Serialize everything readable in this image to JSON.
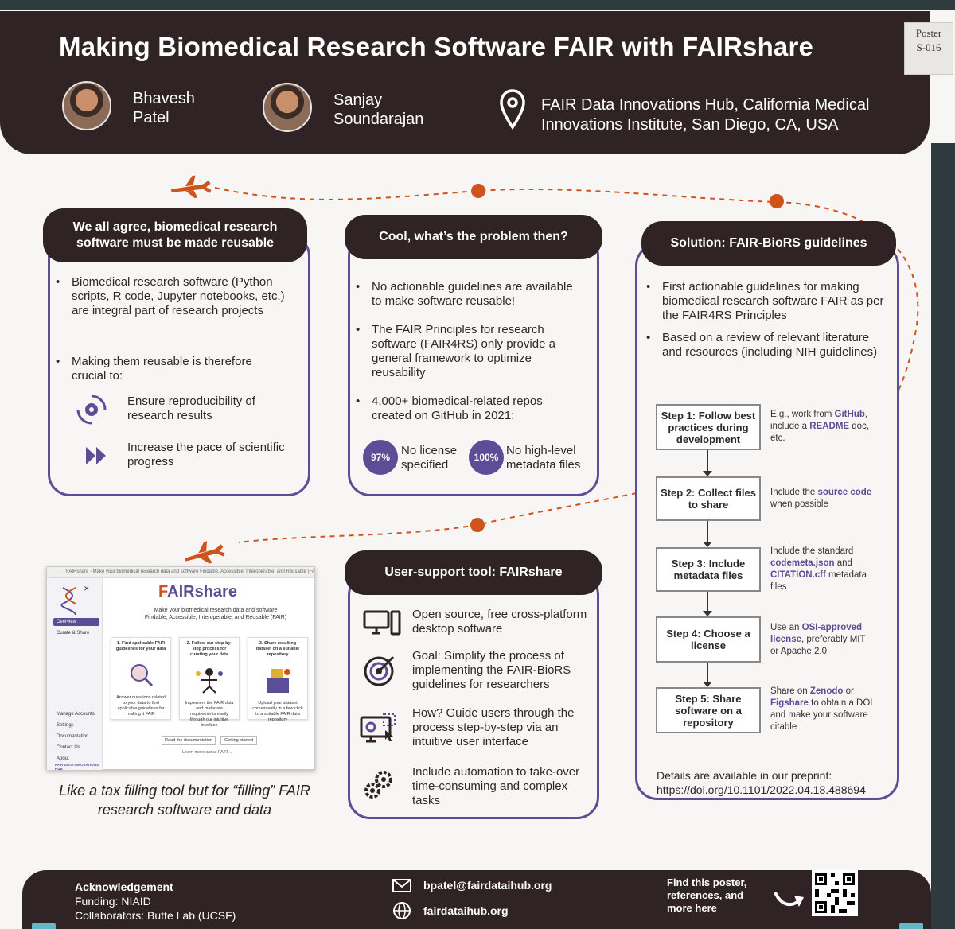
{
  "header": {
    "title": "Making Biomedical Research Software FAIR with FAIRshare",
    "poster_number_line1": "Poster",
    "poster_number_line2": "S-016",
    "authors": [
      {
        "first": "Bhavesh",
        "last": "Patel"
      },
      {
        "first": "Sanjay",
        "last": "Soundarajan"
      }
    ],
    "affiliation_line1": "FAIR Data Innovations Hub, California Medical",
    "affiliation_line2": "Innovations Institute, San Diego, CA, USA"
  },
  "section1": {
    "heading": "We all agree, biomedical research software must be made reusable",
    "bullet1": "Biomedical research software (Python scripts, R code, Jupyter notebooks, etc.) are integral part of research projects",
    "bullet2": "Making them reusable is therefore crucial to:",
    "item1": "Ensure reproducibility of research results",
    "item2": "Increase the pace of scientific progress"
  },
  "section2": {
    "heading": "Cool, what’s the problem then?",
    "bullet1": "No actionable guidelines are available to make software reusable!",
    "bullet2": "The FAIR Principles for research software (FAIR4RS) only provide a general framework to optimize reusability",
    "bullet3": "4,000+ biomedical-related repos created on GitHub in 2021:",
    "stat1_value": "97%",
    "stat1_label": "No license specified",
    "stat2_value": "100%",
    "stat2_label": "No high-level metadata files"
  },
  "section3": {
    "heading": "Solution: FAIR-BioRS guidelines",
    "bullet1": "First actionable guidelines for making biomedical research software FAIR as per the FAIR4RS Principles",
    "bullet2": "Based on a review of relevant literature and resources (including NIH guidelines)",
    "steps": [
      {
        "label": "Step 1: Follow best practices during development",
        "note_a": "E.g., work from ",
        "note_h1": "GitHub",
        "note_b": ", include a ",
        "note_h2": "README",
        "note_c": " doc, etc."
      },
      {
        "label": "Step 2: Collect files to share",
        "note_a": "Include the ",
        "note_h1": "source code",
        "note_b": " when possible",
        "note_h2": "",
        "note_c": ""
      },
      {
        "label": "Step 3: Include metadata files",
        "note_a": "Include the standard ",
        "note_h1": "codemeta.json",
        "note_b": " and ",
        "note_h2": "CITATION.cff",
        "note_c": " metadata files"
      },
      {
        "label": "Step 4: Choose a license",
        "note_a": "Use an ",
        "note_h1": "OSI-approved license",
        "note_b": ", preferably MIT or Apache 2.0",
        "note_h2": "",
        "note_c": ""
      },
      {
        "label": "Step 5: Share software on a repository",
        "note_a": "Share on ",
        "note_h1": "Zenodo",
        "note_b": " or ",
        "note_h2": "Figshare",
        "note_c": " to obtain a DOI and make your software citable"
      }
    ],
    "details_label": "Details are available in our preprint:",
    "details_link": "https://doi.org/10.1101/2022.04.18.488694"
  },
  "section4": {
    "heading": "User-support tool: FAIRshare",
    "item1": "Open source, free cross-platform desktop software",
    "item2": "Goal: Simplify the process of implementing the FAIR-BioRS guidelines for researchers",
    "item3": "How? Guide users through the process step-by-step via an intuitive user interface",
    "item4": "Include automation to take-over time-consuming and complex tasks"
  },
  "screenshot": {
    "window_title": "FAIRshare - Make your biomedical research data and software Findable, Accessible, Interoperable, and Reusable (FAIR)",
    "logo_f": "F",
    "logo_rest": "AIRshare",
    "subtitle1": "Make your biomedical research data and software",
    "subtitle2": "Findable, Accessible, Interoperable, and Reusable (FAIR)",
    "nav": [
      "Overview",
      "Curate & Share",
      "Manage Accounts",
      "Settings",
      "Documentation",
      "Contact Us",
      "About"
    ],
    "sidebar_brand": "FAIR DATA INNOVATIONS HUB",
    "cards": [
      {
        "title": "1. Find applicable FAIR guidelines for your data",
        "desc": "Answer questions related to your data to find applicable guidelines for making it FAIR"
      },
      {
        "title": "2. Follow our step-by-step process for curating your data",
        "desc": "Implement the FAIR data and metadata requirements easily through our intuitive interface"
      },
      {
        "title": "3. Share resulting dataset on a suitable repository",
        "desc": "Upload your dataset conveniently in a few click to a suitable FAIR data repository"
      }
    ],
    "btn_docs": "Read the documentation",
    "btn_start": "Getting started",
    "learn_more": "Learn more about FAIR →"
  },
  "caption": "Like a tax filling tool but for “filling” FAIR research software and data",
  "footer": {
    "ack_title": "Acknowledgement",
    "funding": "Funding: NIAID",
    "collaborators": "Collaborators: Butte Lab (UCSF)",
    "email": "bpatel@fairdataihub.org",
    "website": "fairdataihub.org",
    "find_poster": "Find this poster, references, and more here"
  },
  "colors": {
    "dark": "#2f2326",
    "accent": "#5b4e96",
    "orange": "#d1531c"
  }
}
